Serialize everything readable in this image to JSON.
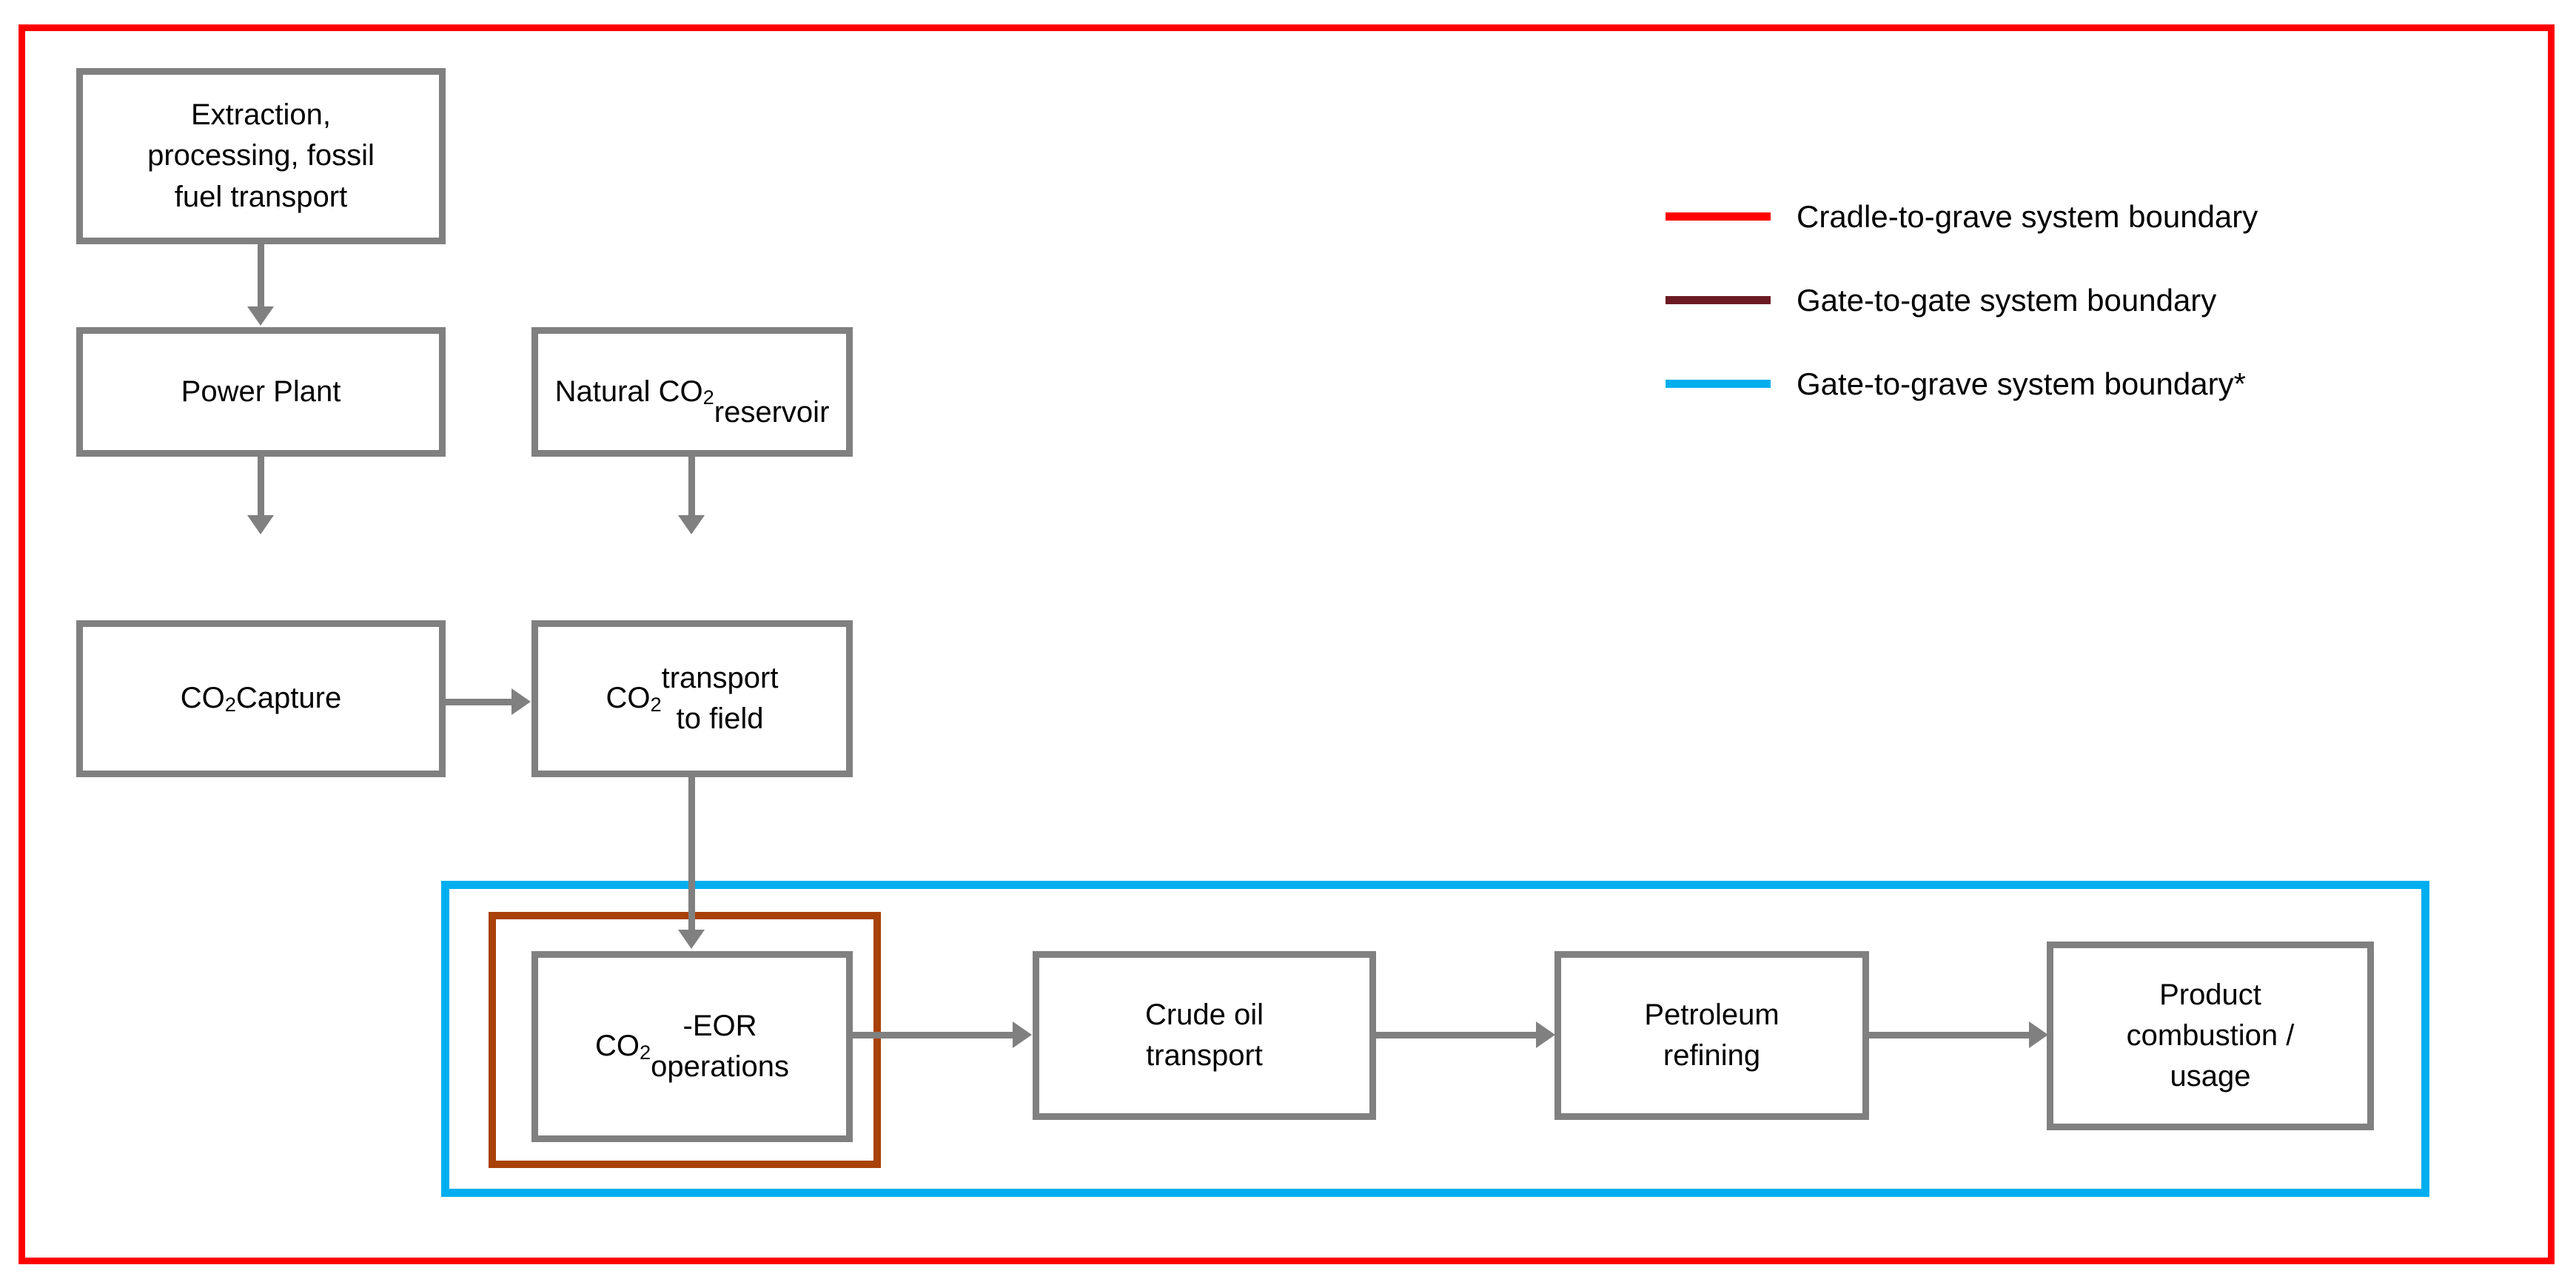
{
  "diagram": {
    "title": "CO2-EOR life cycle system boundary flow diagram",
    "colors": {
      "cradle_to_grave": "#ff0000",
      "gate_to_gate_legend": "#6b1a24",
      "gate_to_gate_box": "#a8410a",
      "gate_to_grave": "#00aeef",
      "node_border": "#808080",
      "connector": "#808080",
      "text": "#000000",
      "background": "#ffffff"
    },
    "nodes": [
      {
        "id": "extraction",
        "label_html": "Extraction,<br>processing, fossil<br>fuel transport"
      },
      {
        "id": "power-plant",
        "label_html": "Power Plant"
      },
      {
        "id": "natural-reservoir",
        "label_html": "Natural CO<sub>2</sub><br>reservoir"
      },
      {
        "id": "co2-capture",
        "label_html": "CO<sub>2</sub> Capture"
      },
      {
        "id": "co2-transport",
        "label_html": "CO<sub>2</sub> transport<br>to field"
      },
      {
        "id": "co2-eor",
        "label_html": "CO<sub>2</sub>-EOR<br>operations"
      },
      {
        "id": "crude-transport",
        "label_html": "Crude oil<br>transport"
      },
      {
        "id": "petroleum-refining",
        "label_html": "Petroleum<br>refining"
      },
      {
        "id": "product-combustion",
        "label_html": "Product<br>combustion /<br>usage"
      }
    ],
    "boundaries": [
      {
        "id": "cradle-to-grave",
        "label": "Cradle-to-grave system boundary"
      },
      {
        "id": "gate-to-gate",
        "label": "Gate-to-gate system boundary"
      },
      {
        "id": "gate-to-grave",
        "label": "Gate-to-grave system boundary*"
      }
    ],
    "legend": {
      "items": [
        {
          "swatch_color": "#ff0000",
          "label": "Cradle-to-grave system boundary"
        },
        {
          "swatch_color": "#6b1a24",
          "label": "Gate-to-gate system boundary"
        },
        {
          "swatch_color": "#00aeef",
          "label": "Gate-to-grave system boundary*"
        }
      ]
    },
    "flows": [
      {
        "from": "extraction",
        "to": "power-plant",
        "direction": "down"
      },
      {
        "from": "power-plant",
        "to": "co2-capture",
        "direction": "down"
      },
      {
        "from": "natural-reservoir",
        "to": "co2-transport",
        "direction": "down"
      },
      {
        "from": "co2-capture",
        "to": "co2-transport",
        "direction": "right"
      },
      {
        "from": "co2-transport",
        "to": "co2-eor",
        "direction": "down"
      },
      {
        "from": "co2-eor",
        "to": "crude-transport",
        "direction": "right"
      },
      {
        "from": "crude-transport",
        "to": "petroleum-refining",
        "direction": "right"
      },
      {
        "from": "petroleum-refining",
        "to": "product-combustion",
        "direction": "right"
      }
    ]
  }
}
